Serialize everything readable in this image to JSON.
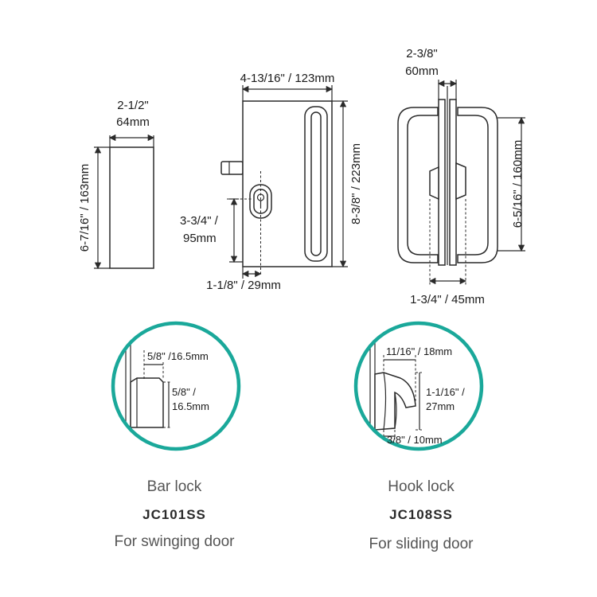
{
  "accent_color": "#1aa89a",
  "front_view": {
    "width_label": "2-1/2\"",
    "width_mm": "64mm",
    "height_label": "6-7/16\" / 163mm"
  },
  "lock_body_view": {
    "width_label": "4-13/16\" / 123mm",
    "height_label": "8-3/8\" / 223mm",
    "cylinder_height_label": "3-3/4\" /",
    "cylinder_height_mm": "95mm",
    "backset_label": "1-1/8\" / 29mm"
  },
  "handle_view": {
    "width_label": "2-3/8\"",
    "width_mm": "60mm",
    "handle_height_label": "6-5/16\" / 160mm",
    "glass_label": "1-3/4\" / 45mm"
  },
  "bar_lock": {
    "top_label": "5/8\" /16.5mm",
    "side_label_1": "5/8\" /",
    "side_label_2": "16.5mm",
    "name": "Bar lock",
    "model": "JC101SS",
    "usage": "For swinging door"
  },
  "hook_lock": {
    "top_label": "11/16\" / 18mm",
    "side_label_1": "1-1/16\" /",
    "side_label_2": "27mm",
    "bottom_label": "3/8\" / 10mm",
    "name": "Hook lock",
    "model": "JC108SS",
    "usage": "For sliding door"
  }
}
